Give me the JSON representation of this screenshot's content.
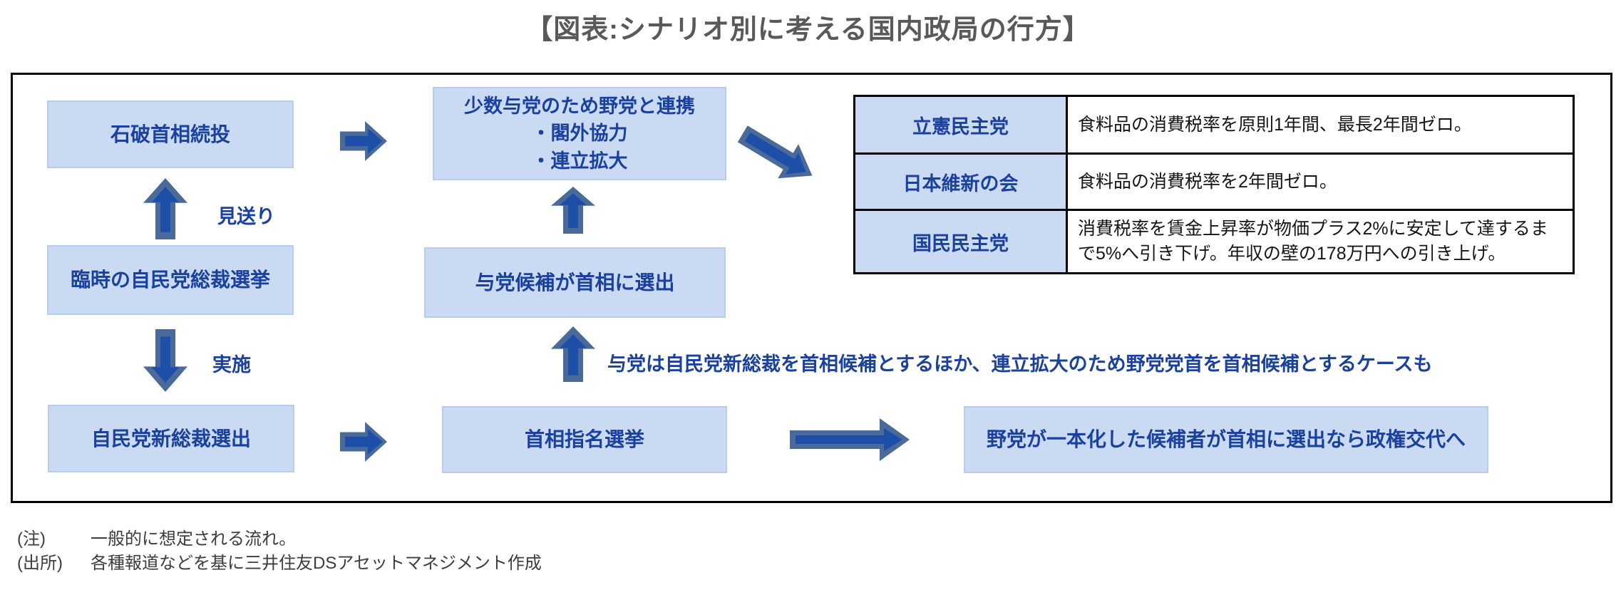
{
  "title": "【図表:シナリオ別に考える国内政局の行方】",
  "flow": {
    "ishiba": "石破首相続投",
    "miokuri": "見送り",
    "rinji": "臨時の自民党総裁選挙",
    "jisshi": "実施",
    "shinsousai": "自民党新総裁選出",
    "coalition_line1": "少数与党のため野党と連携",
    "coalition_line2": "・閣外協力",
    "coalition_line3": "・連立拡大",
    "yoto_kouho": "与党候補が首相に選出",
    "shimei": "首相指名選挙",
    "annotation": "与党は自民党新総裁を首相候補とするほか、連立拡大のため野党党首を首相候補とするケースも",
    "seiken_koutai": "野党が一本化した候補者が首相に選出なら政権交代へ"
  },
  "table": {
    "rows": [
      {
        "party": "立憲民主党",
        "policy": "食料品の消費税率を原則1年間、最長2年間ゼロ。"
      },
      {
        "party": "日本維新の会",
        "policy": "食料品の消費税率を2年間ゼロ。"
      },
      {
        "party": "国民民主党",
        "policy": "消費税率を賃金上昇率が物価プラス2%に安定して達するまで5%へ引き下げ。年収の壁の178万円への引き上げ。"
      }
    ]
  },
  "notes": [
    {
      "label": "(注)",
      "text": "一般的に想定される流れ。"
    },
    {
      "label": "(出所)",
      "text": "各種報道などを基に三井住友DSアセットマネジメント作成"
    }
  ],
  "colors": {
    "box_fill": "#c9daf2",
    "box_border": "#b7cdf0",
    "deep_blue": "#1a419e",
    "arrow_outer": "#4a6a99",
    "arrow_inner": "#1d4fa8",
    "title_gray": "#595959",
    "frame_border": "#000000",
    "policy_text": "#151515",
    "note_text": "#3d3d3d"
  }
}
